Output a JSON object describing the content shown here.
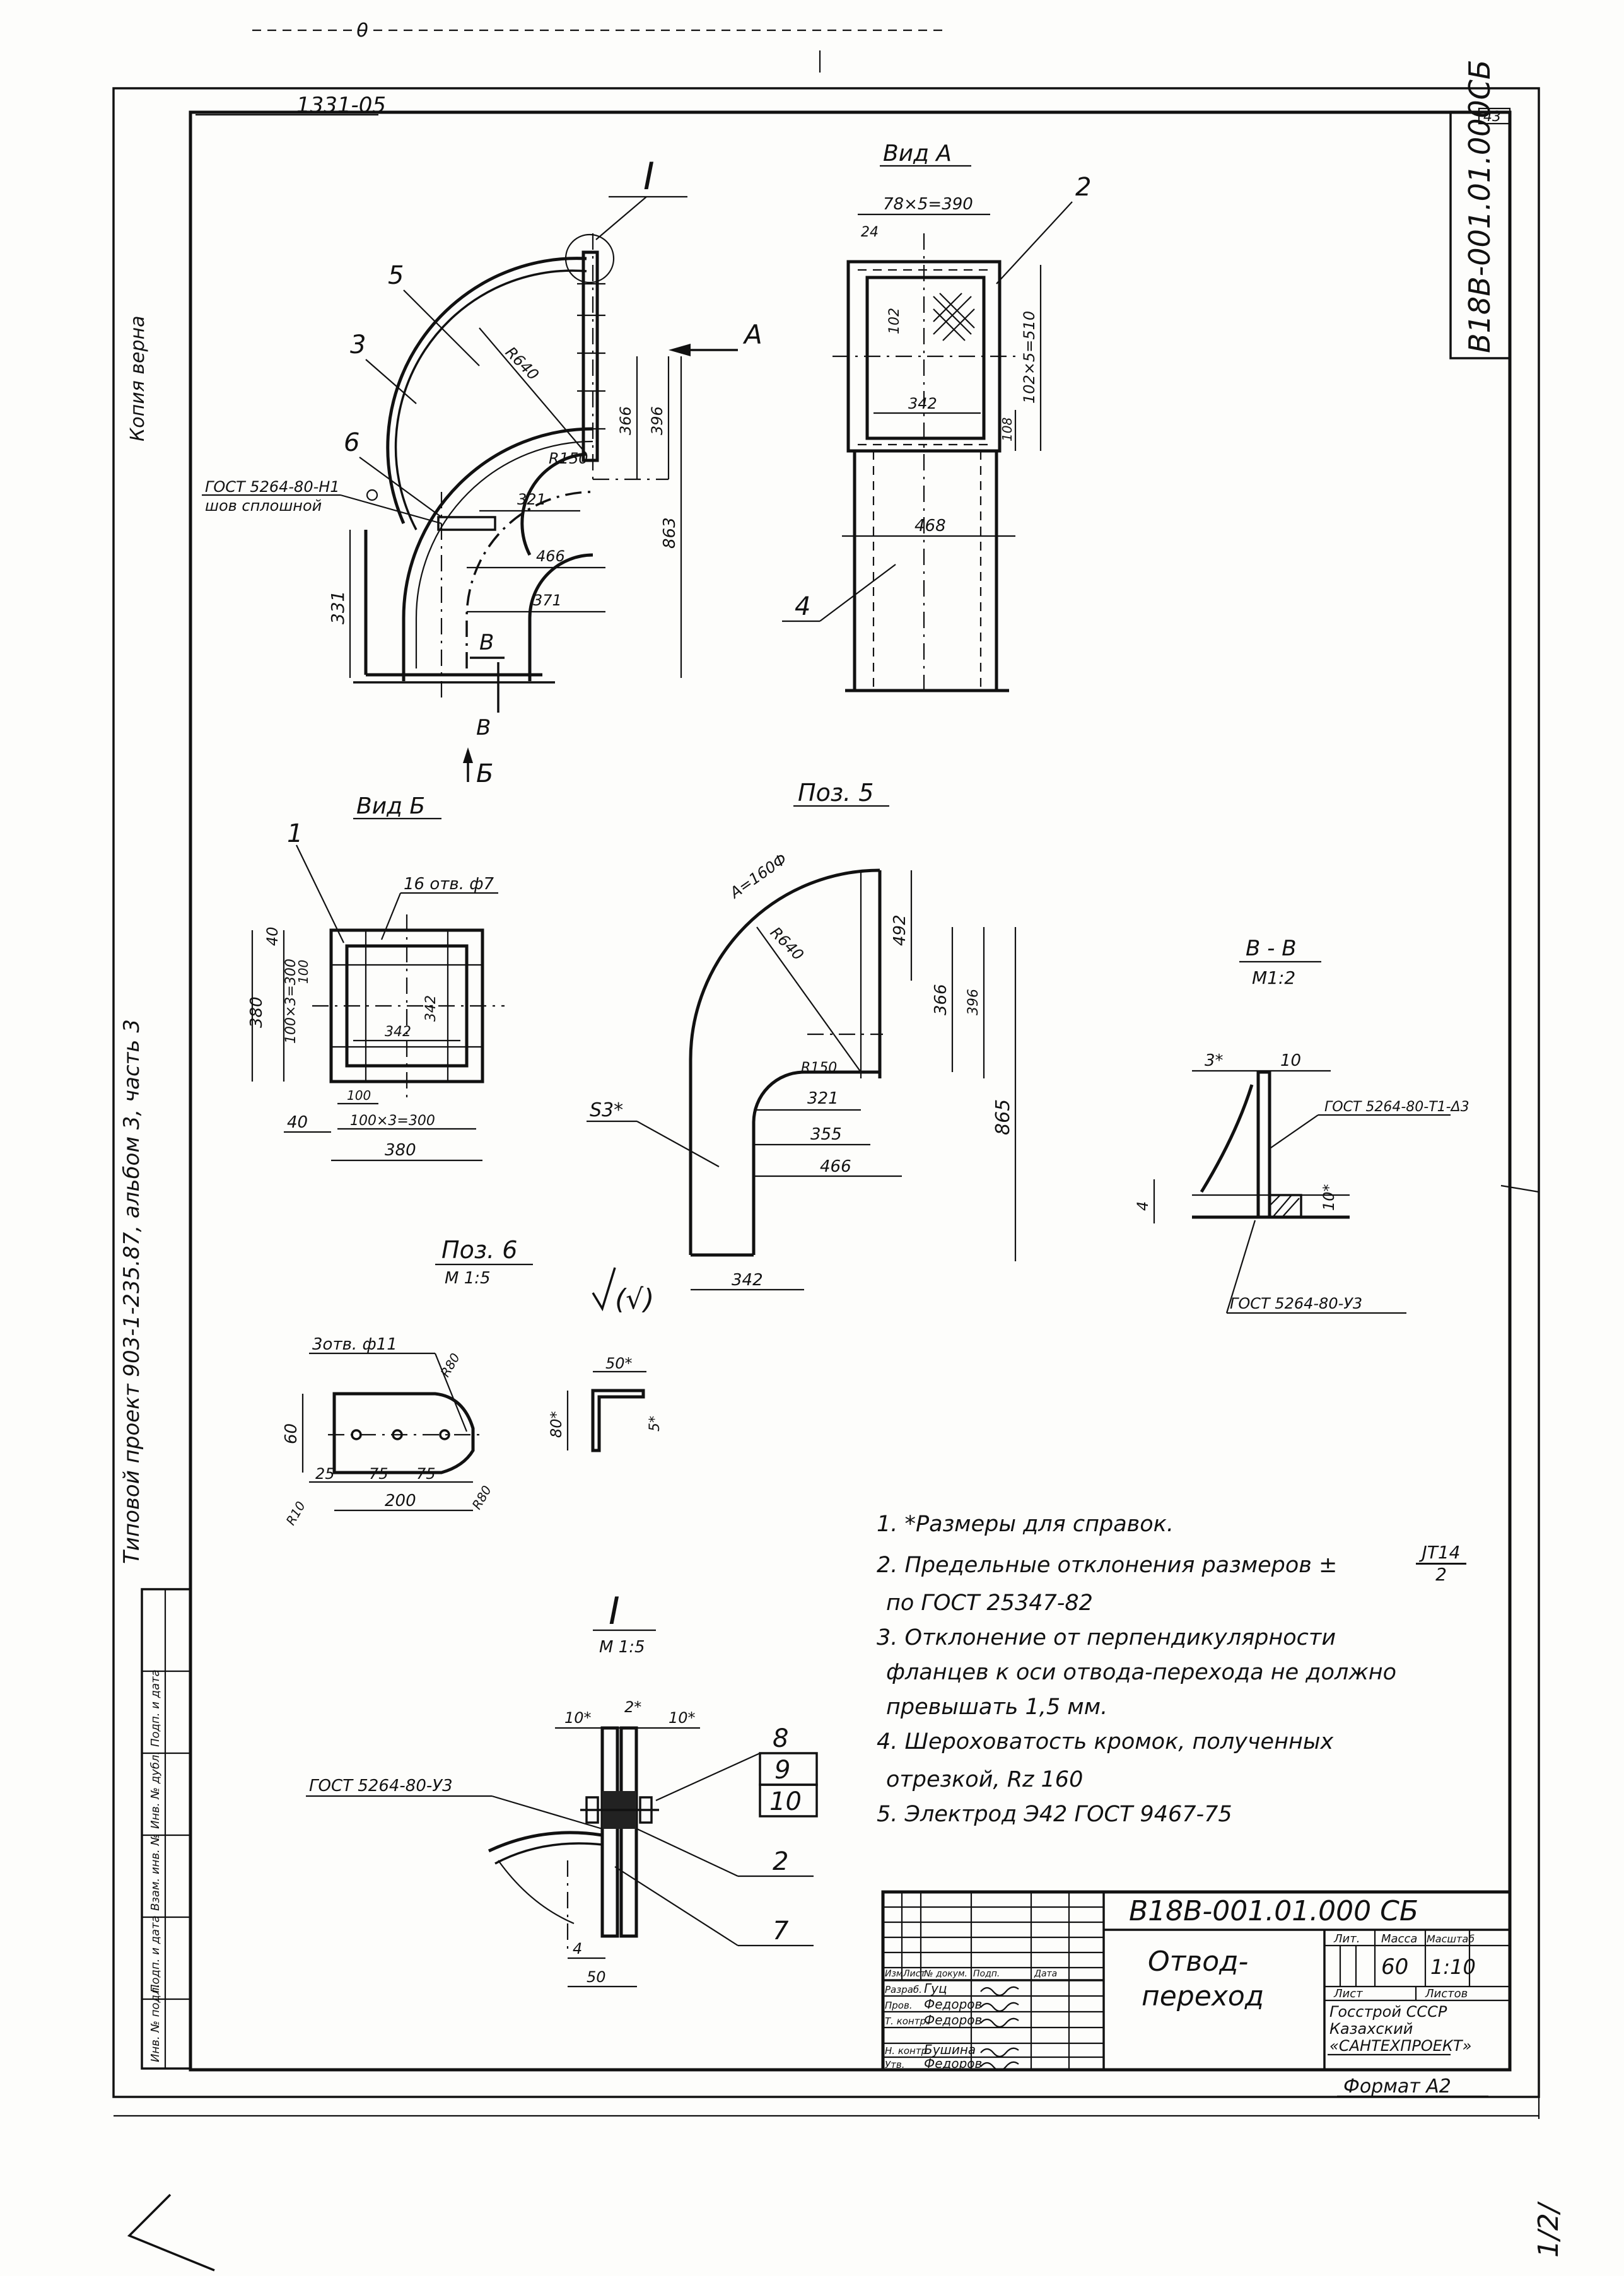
{
  "sheet": {
    "top_number": "1331-05",
    "page_number": "43",
    "designation_rotated": "В18В-001.01.000СБ",
    "left_margin_text": "Типовой проект 903-1-235.87, альбом 3, часть 3",
    "copy_label": "Копия верна",
    "bottom_right_mark": "1/2/"
  },
  "views": {
    "main": {
      "title": "I",
      "view_a_arrow": "A",
      "section_arrow": "В",
      "view_b_arrow": "Б",
      "weld_note_1": "ГОСТ 5264-80-Н1",
      "weld_note_2": "шов сплошной",
      "leaders": [
        "5",
        "3",
        "6"
      ],
      "dims": [
        "R640",
        "R150",
        "366",
        "396",
        "321",
        "466",
        "371",
        "863",
        "331"
      ]
    },
    "view_a": {
      "title": "Вид А",
      "leaders": [
        "2",
        "4"
      ],
      "dims": [
        "78×5=390",
        "24",
        "102",
        "102×5=510",
        "342",
        "108",
        "468"
      ]
    },
    "view_b": {
      "title": "Вид Б",
      "leaders": [
        "1"
      ],
      "holes": "16 отв. ф7",
      "dims": [
        "40",
        "100",
        "100×3=300",
        "380",
        "342",
        "342",
        "100",
        "100×3=300",
        "40",
        "380"
      ]
    },
    "pos5": {
      "title": "Поз. 5",
      "dims": [
        "A=160Ф",
        "R640",
        "R150",
        "492",
        "366",
        "396",
        "865",
        "321",
        "355",
        "466",
        "342",
        "S3*"
      ]
    },
    "section_bb": {
      "title": "В - В",
      "scale": "М1:2",
      "dims": [
        "3*",
        "10",
        "4",
        "10*"
      ],
      "weld_top": "ГОСТ 5264-80-Т1-Δ3",
      "weld_bottom": "ГОСТ 5264-80-У3"
    },
    "pos6": {
      "title": "Поз. 6",
      "scale": "М 1:5",
      "holes": "3отв. ф11",
      "dims": [
        "60",
        "25",
        "75",
        "75",
        "200",
        "R10",
        "R80",
        "R80",
        "50*",
        "80*",
        "5*"
      ],
      "roughness": "(√)"
    },
    "detail_i": {
      "title": "I",
      "scale": "М 1:5",
      "dims": [
        "10*",
        "2*",
        "10*",
        "4",
        "50"
      ],
      "weld": "ГОСТ 5264-80-У3",
      "positions": [
        "8",
        "9",
        "10",
        "2",
        "7"
      ]
    }
  },
  "notes": [
    "1. *Размеры для справок.",
    "2. Предельные отклонения размеров ±",
    "по ГОСТ 25347-82",
    "3. Отклонение от перпендикулярности",
    "фланцев к оси отвода-перехода не должно",
    "превышать 1,5 мм.",
    "4. Шероховатость кромок, полученных",
    "отрезкой, Rz 160",
    "5. Электрод Э42 ГОСТ 9467-75"
  ],
  "notes_fraction": {
    "num": "JT14",
    "den": "2"
  },
  "title_block": {
    "designation": "В18В-001.01.000 СБ",
    "name_line1": "Отвод-",
    "name_line2": "переход",
    "headers": [
      "Изм",
      "Лист",
      "№ докум.",
      "Подп.",
      "Дата"
    ],
    "roles": [
      "Разраб.",
      "Пров.",
      "Т. контр.",
      "",
      "Н. контр.",
      "Утв."
    ],
    "names": [
      "Гуц",
      "Федоров",
      "Федоров",
      "",
      "Бушина",
      "Федоров"
    ],
    "lit_label": "Лит.",
    "mass_label": "Масса",
    "scale_label": "Масштаб",
    "mass": "60",
    "scale": "1:10",
    "sheet_label": "Лист",
    "sheets_label": "Листов",
    "org_1": "Госстрой СССР",
    "org_2": "Казахский",
    "org_3": "«САНТЕХПРОЕКТ»",
    "format": "Формат А2"
  },
  "stamp_column": [
    "Инв. № подл.",
    "Подп. и дата",
    "Взам. инв. №",
    "Инв. № дубл.",
    "Подп. и дата"
  ]
}
